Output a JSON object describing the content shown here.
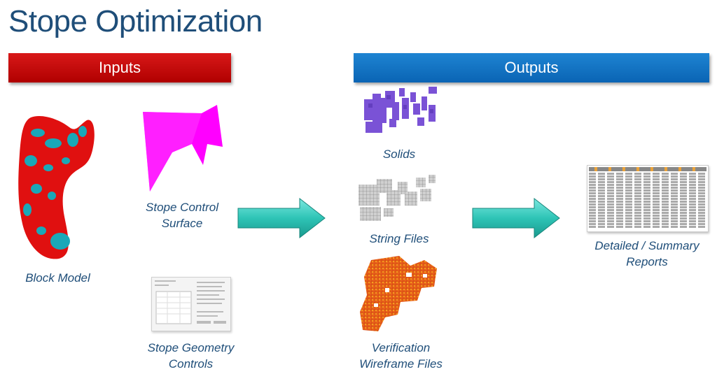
{
  "title": "Stope Optimization",
  "sections": {
    "inputs_label": "Inputs",
    "outputs_label": "Outputs"
  },
  "inputs": {
    "block_model": "Block Model",
    "stope_control_surface": [
      "Stope Control",
      "Surface"
    ],
    "stope_geometry_controls": [
      "Stope Geometry",
      "Controls"
    ]
  },
  "outputs": {
    "solids": "Solids",
    "string_files": "String Files",
    "verification_wireframe_files": [
      "Verification",
      "Wireframe Files"
    ]
  },
  "reports": [
    "Detailed / Summary",
    "Reports"
  ],
  "colors": {
    "title": "#1f4e79",
    "inputs_band": "#c00000",
    "outputs_band": "#0a6fc2",
    "arrow": "#2ec4b6",
    "block_model_red": "#e01010",
    "block_model_cyan": "#1aa8b8",
    "control_surface": "#ff00ff",
    "solids": "#7a52d6",
    "string_files": "#9a9a9a",
    "wireframe": "#e8621a"
  }
}
